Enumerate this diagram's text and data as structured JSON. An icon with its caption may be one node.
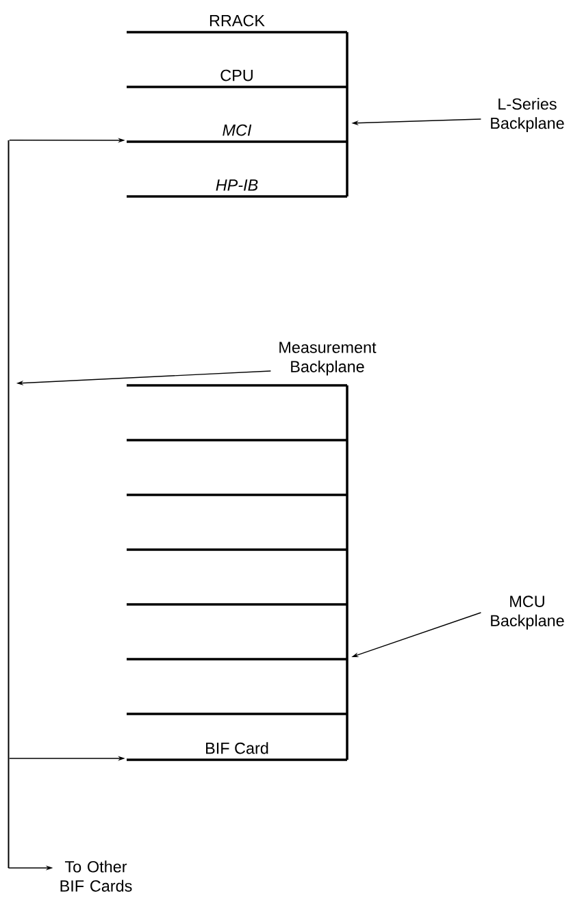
{
  "diagram": {
    "nodes": [
      {
        "text": [],
        "shape": "box"
      },
      {
        "text": [
          "RRACK"
        ],
        "in": 0
      },
      {
        "text": [
          "CPU"
        ],
        "in": 0
      },
      {
        "text": [
          "MCI"
        ],
        "in": 0
      },
      {
        "text": [
          "HP-IB"
        ],
        "in": 0
      },
      {
        "text": [
          "L-Series Backplane"
        ]
      },
      {
        "text": [
          "Measurement Backplane"
        ]
      },
      {
        "text": [],
        "shape": "bar"
      },
      {
        "text": [],
        "shape": "box"
      },
      {
        "text": [
          "MCU Backplane"
        ]
      },
      {
        "text": [
          "BIF Card"
        ],
        "in": 8
      },
      {
        "text": [
          "To Other BIF Cards"
        ]
      }
    ],
    "edges": [
      {
        "from": 5,
        "to": 0,
        "arrow": "to"
      },
      {
        "from": 7,
        "to": 3,
        "arrow": "to"
      },
      {
        "from": 6,
        "to": 7,
        "arrow": "to"
      },
      {
        "from": 9,
        "to": 8,
        "arrow": "to"
      },
      {
        "from": 7,
        "to": 10,
        "arrow": "to"
      },
      {
        "from": 7,
        "to": 11,
        "arrow": "to"
      }
    ]
  }
}
